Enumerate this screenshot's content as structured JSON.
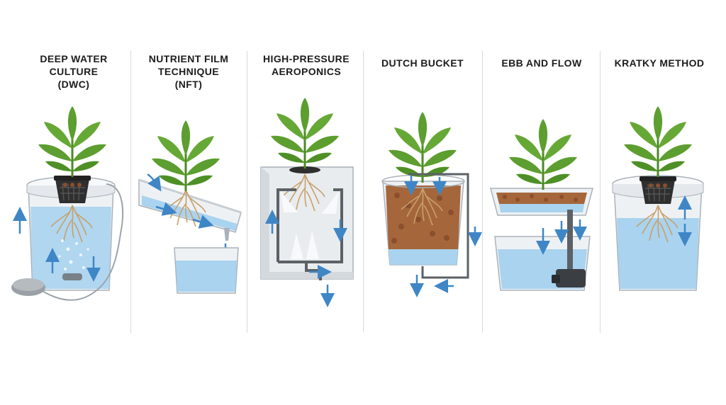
{
  "panels": [
    {
      "id": "dwc",
      "title_lines": [
        "DEEP WATER",
        "CULTURE",
        "(DWC)"
      ]
    },
    {
      "id": "nft",
      "title_lines": [
        "NUTRIENT FILM",
        "TECHNIQUE",
        "(NFT)"
      ]
    },
    {
      "id": "aero",
      "title_lines": [
        "HIGH-PRESSURE",
        "AEROPONICS"
      ]
    },
    {
      "id": "dutch",
      "title_lines": [
        "DUTCH BUCKET"
      ]
    },
    {
      "id": "ebb",
      "title_lines": [
        "EBB AND FLOW"
      ]
    },
    {
      "id": "kratky",
      "title_lines": [
        "KRATKY METHOD"
      ]
    }
  ],
  "colors": {
    "water": "#a9d3ef",
    "water_dark": "#7fb8e0",
    "arrow": "#3f86c6",
    "leaf": "#5c9e2f",
    "leaf_dark": "#3e7a1f",
    "pot": "#2f2f2f",
    "pebbles": "#a5663c",
    "bucket": "#eef1f4",
    "tube": "#6d7378"
  }
}
